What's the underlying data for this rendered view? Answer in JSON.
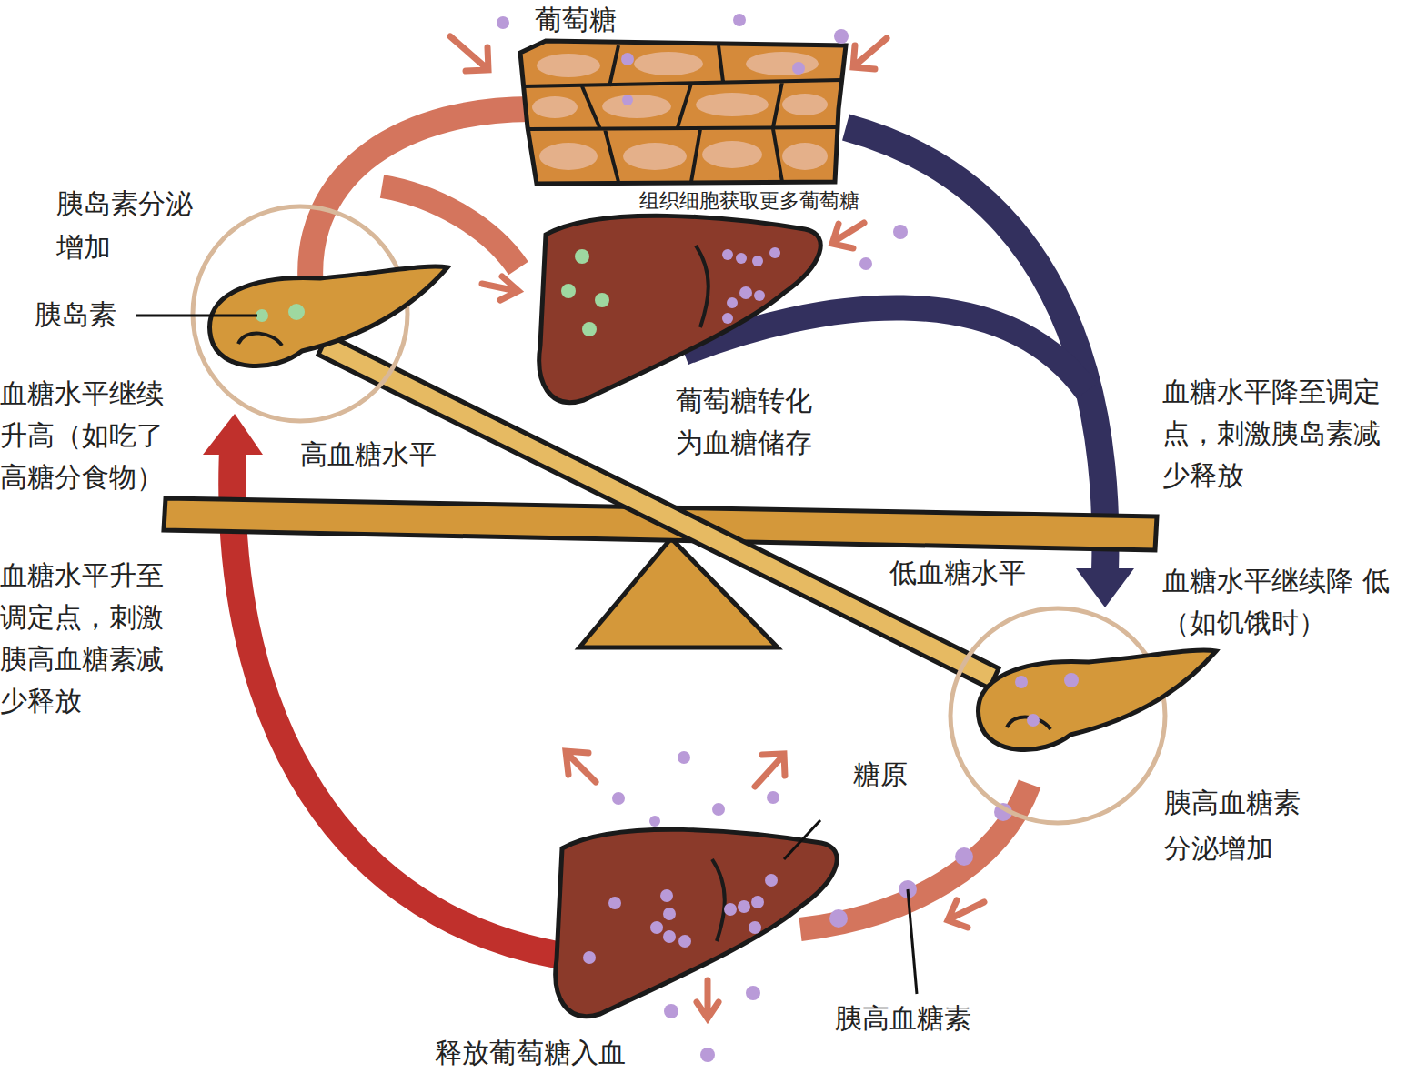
{
  "diagram": {
    "labels": [
      "葡萄糖",
      "组织细胞获取更多葡萄糖",
      "胰岛素分泌 增加",
      "胰岛素",
      "血糖水平继续 升高（如吃了 高糖分食物）",
      "高血糖水平",
      "葡萄糖转化 为血糖储存",
      "血糖水平降至调定 点，刺激胰岛素减 少释放",
      "血糖水平升至 调定点，刺激 胰高血糖素减 少释放",
      "低血糖水平",
      "血糖水平继续降 低（如饥饿时）",
      "糖原",
      "胰高血糖素 分泌增加",
      "胰高血糖素",
      "释放葡萄糖入血"
    ]
  }
}
